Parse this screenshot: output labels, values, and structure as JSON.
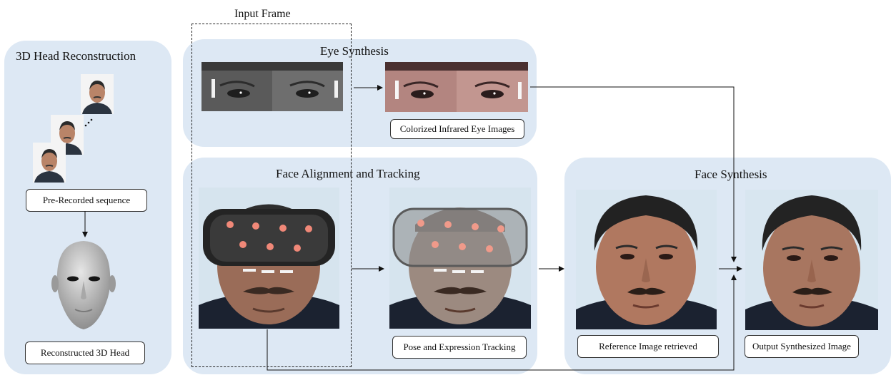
{
  "input_frame_label": "Input Frame",
  "panels": {
    "head_reconstruction": {
      "title": "3D Head Reconstruction",
      "sequence_label": "Pre-Recorded sequence",
      "result_label": "Reconstructed 3D Head"
    },
    "eye_synthesis": {
      "title": "Eye Synthesis",
      "result_label": "Colorized  Infrared Eye Images"
    },
    "face_alignment": {
      "title": "Face Alignment  and Tracking",
      "result_label": "Pose and Expression Tracking"
    },
    "face_synthesis": {
      "title": "Face Synthesis",
      "reference_label": "Reference Image retrieved",
      "output_label": "Output Synthesized Image"
    }
  }
}
